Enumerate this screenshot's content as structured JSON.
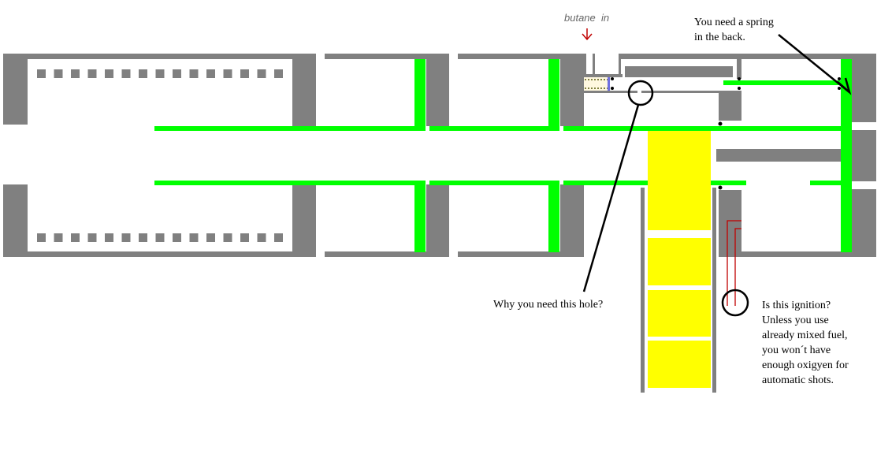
{
  "labels": {
    "butane": "butane",
    "in": "in"
  },
  "notes": {
    "spring": [
      "You need a spring",
      "in the back."
    ],
    "hole": "Why you need this hole?",
    "ignition": [
      "Is this ignition?",
      "Unless you use",
      "already mixed fuel,",
      "you won´t have",
      "enough oxigyen for",
      "automatic shots."
    ]
  },
  "colors": {
    "body": "#808080",
    "seal": "#00ff00",
    "fuel": "#ffff00",
    "arrow": "#c00000",
    "wire": "#c00000",
    "annotation": "#000000"
  }
}
